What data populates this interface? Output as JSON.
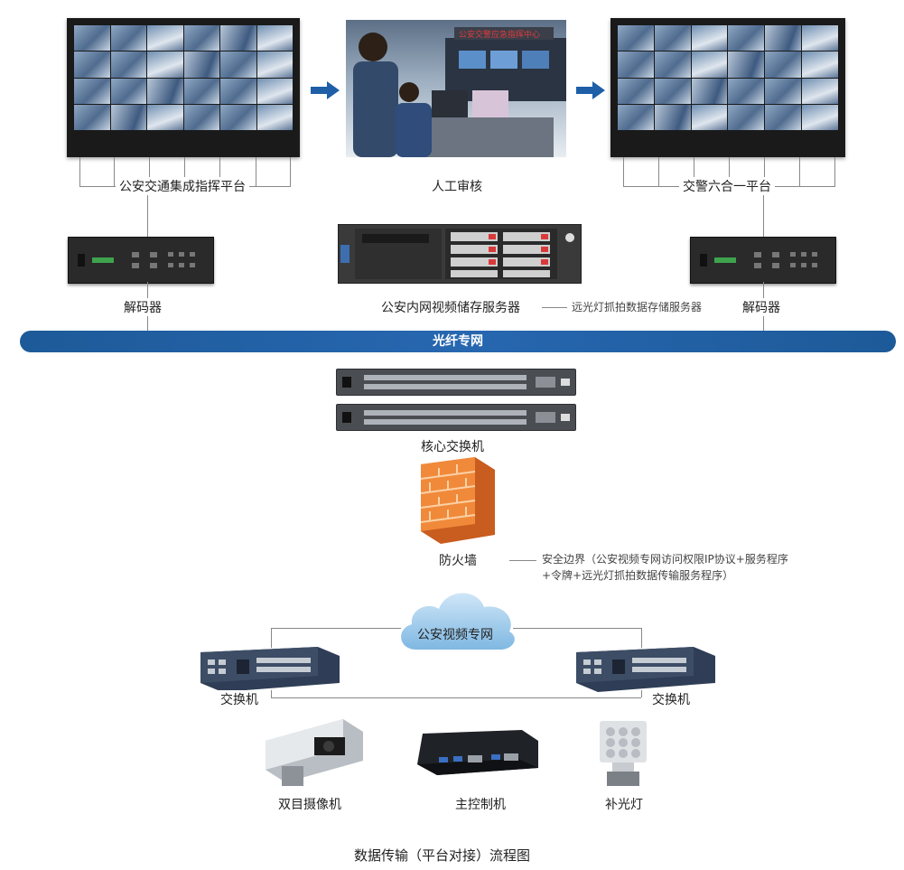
{
  "top": {
    "left_platform": "公安交通集成指挥平台",
    "center_review": "人工审核",
    "right_platform": "交警六合一平台"
  },
  "devices": {
    "decoder_left": "解码器",
    "storage_server": "公安内网视频储存服务器",
    "storage_note": "远光灯抓拍数据存储服务器",
    "decoder_right": "解码器"
  },
  "network": {
    "fiber": "光纤专网",
    "core_switch": "核心交换机",
    "firewall": "防火墙",
    "firewall_note_line1": "安全边界（公安视频专网访问权限IP协议+服务程序",
    "firewall_note_line2": "+令牌+远光灯抓拍数据传输服务程序）",
    "cloud": "公安视频专网",
    "switch_left": "交换机",
    "switch_right": "交换机"
  },
  "endpoints": {
    "camera": "双目摄像机",
    "controller": "主控制机",
    "light": "补光灯"
  },
  "caption": "数据传输（平台对接）流程图",
  "colors": {
    "banner": "#1f5fa5",
    "arrow": "#1e5fa8",
    "firewall": "#e07a2e",
    "cloud": "#8fc3e8"
  }
}
